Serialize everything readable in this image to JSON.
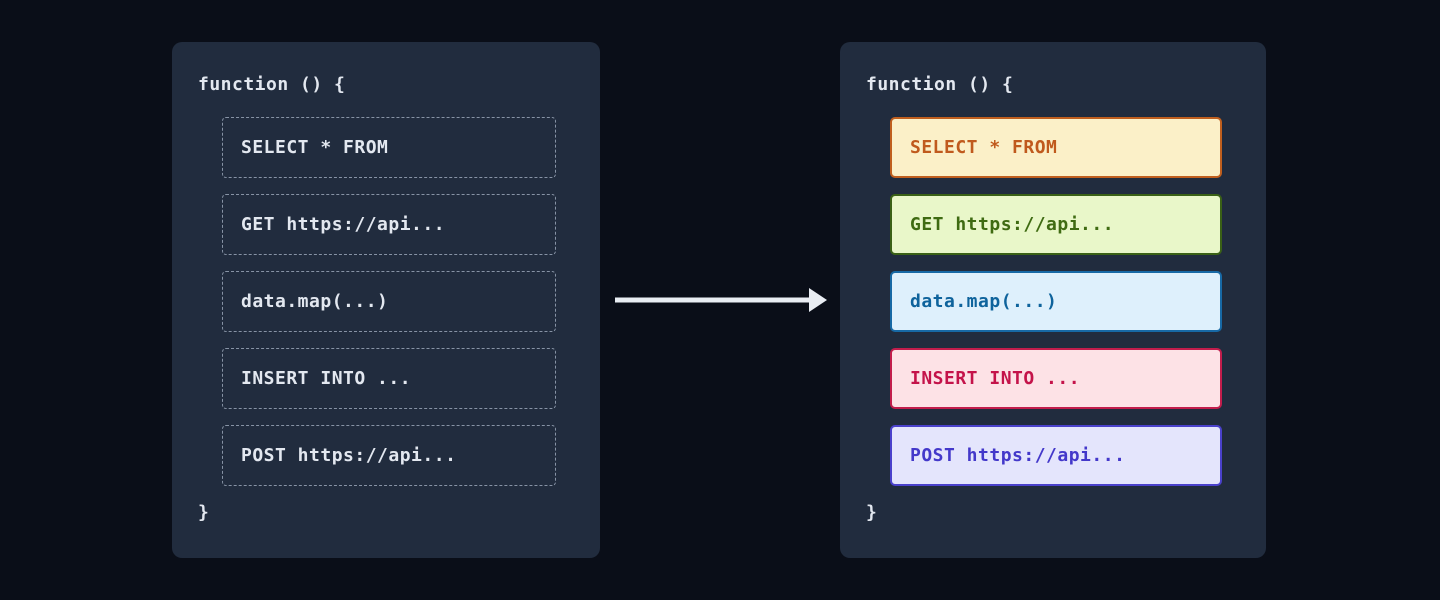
{
  "colors": {
    "page_bg": "#0a0e18",
    "panel_bg": "#212c3e",
    "panel_text": "#e3e8f0",
    "dashed_border": "#8793a5",
    "arrow": "#e9edf3"
  },
  "left_panel": {
    "title": "function () {",
    "closing_brace": "}",
    "items": [
      {
        "label": "SELECT * FROM"
      },
      {
        "label": "GET https://api..."
      },
      {
        "label": "data.map(...)"
      },
      {
        "label": "INSERT INTO ..."
      },
      {
        "label": "POST https://api..."
      }
    ]
  },
  "right_panel": {
    "title": "function () {",
    "closing_brace": "}",
    "items": [
      {
        "label": "SELECT * FROM",
        "bg": "#fbf0c8",
        "border": "#c05f1e",
        "color": "#c05a1d"
      },
      {
        "label": "GET https://api...",
        "bg": "#e9f7c9",
        "border": "#3a6116",
        "color": "#3f6b12"
      },
      {
        "label": "data.map(...)",
        "bg": "#def0fc",
        "border": "#1769a5",
        "color": "#0e639c"
      },
      {
        "label": "INSERT INTO ...",
        "bg": "#fde2e6",
        "border": "#c21d4c",
        "color": "#c4134a"
      },
      {
        "label": "POST https://api...",
        "bg": "#e4e5fc",
        "border": "#4a41cb",
        "color": "#4338ca"
      }
    ]
  }
}
